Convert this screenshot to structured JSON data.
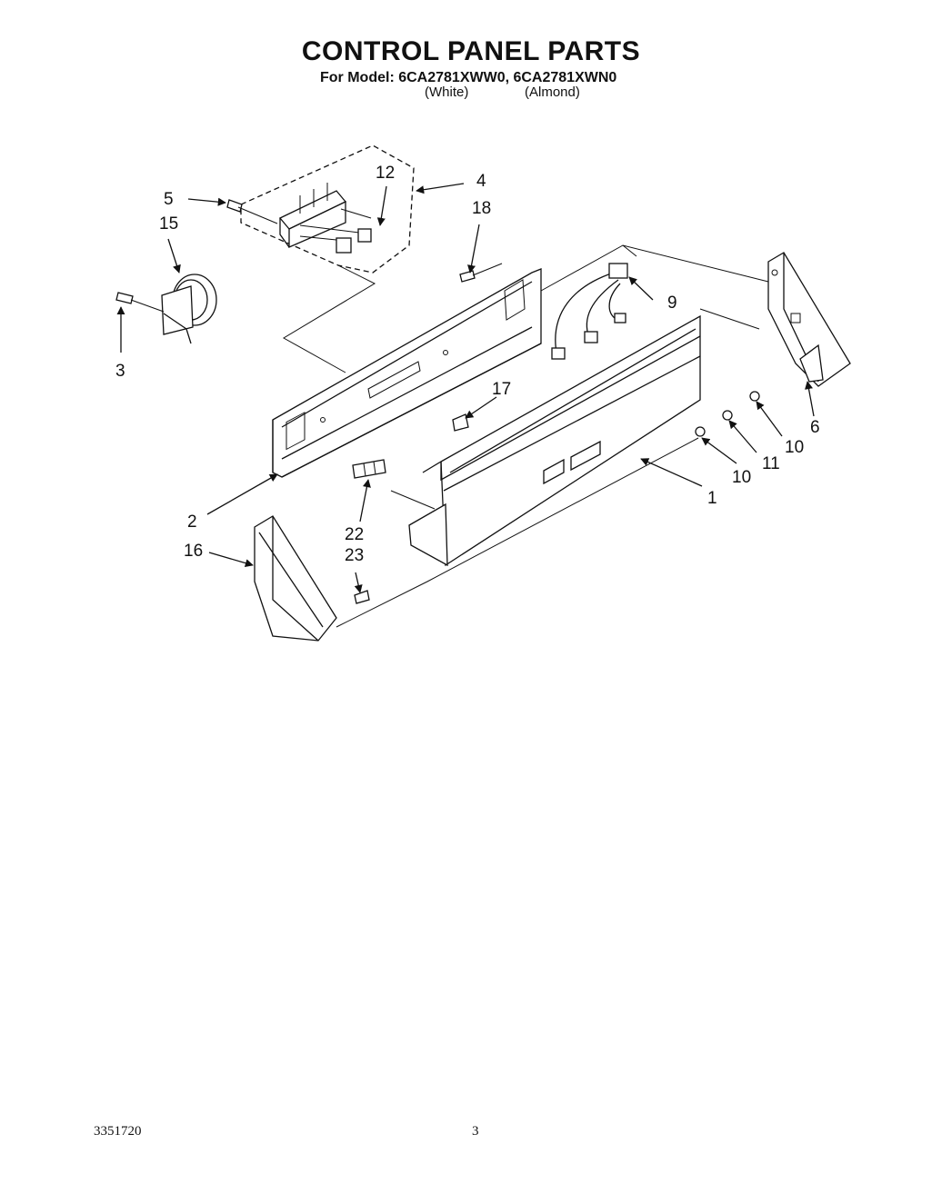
{
  "header": {
    "title": "CONTROL PANEL PARTS",
    "model_line": "For Model: 6CA2781XWW0, 6CA2781XWN0",
    "variant_white": "(White)",
    "variant_almond": "(Almond)"
  },
  "callouts": {
    "c1": "1",
    "c2": "2",
    "c3": "3",
    "c4": "4",
    "c5": "5",
    "c6": "6",
    "c9": "9",
    "c10a": "10",
    "c10b": "10",
    "c11": "11",
    "c12": "12",
    "c15": "15",
    "c16": "16",
    "c17": "17",
    "c18": "18",
    "c22": "22",
    "c23": "23"
  },
  "footer": {
    "document_number": "3351720",
    "page_number": "3"
  }
}
